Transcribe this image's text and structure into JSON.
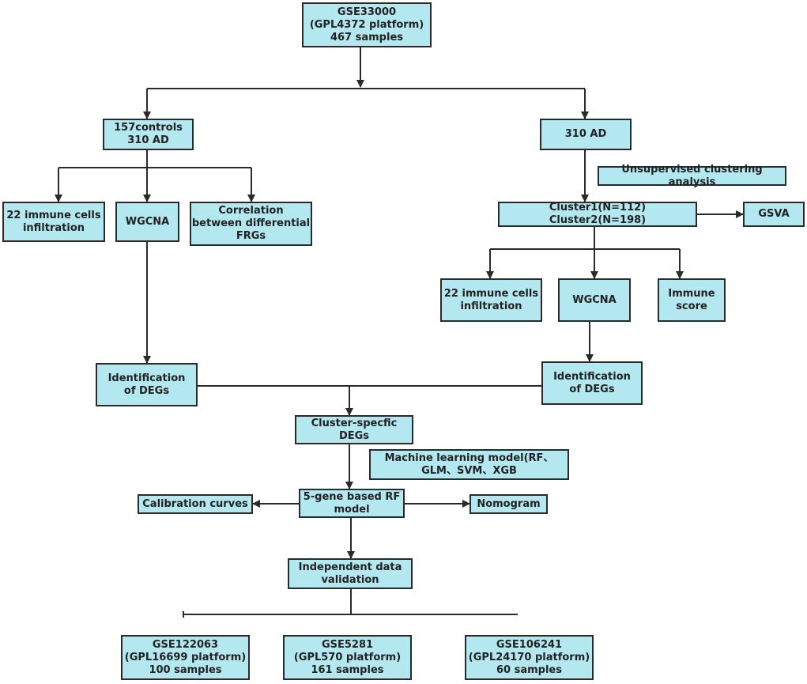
{
  "colors": {
    "box_fill": "#b3e8f0",
    "box_border": "#2a2a2a",
    "line": "#2a2a2a"
  },
  "nodes": {
    "gse33000": "GSE33000\n(GPL4372 platform)\n467 samples",
    "left_group": "157controls\n310 AD",
    "right_group": "310 AD",
    "unsupervised": "Unsupervised clustering analysis",
    "clusters": "Cluster1(N=112) Cluster2(N=198)",
    "gsva": "GSVA",
    "left_immune": "22 immune cells\ninfiltration",
    "left_wgcna": "WGCNA",
    "correlation": "Correlation\nbetween differential\nFRGs",
    "right_immune": "22 immune cells\ninfiltration",
    "right_wgcna": "WGCNA",
    "immune_score": "Immune\nscore",
    "left_degs": "Identification\nof  DEGs",
    "right_degs": "Identification\nof  DEGs",
    "cluster_specific": "Cluster-specfic\nDEGs",
    "ml_model": "Machine learning model(RF、\nGLM、SVM、XGB",
    "rf_model": "5-gene based RF\nmodel",
    "calibration": "Calibration curves",
    "nomogram": "Nomogram",
    "independent": "Independent data\nvalidation",
    "gse122063": "GSE122063\n(GPL16699 platform)\n100 samples",
    "gse5281": "GSE5281\n(GPL570 platform)\n161 samples",
    "gse106241": "GSE106241\n(GPL24170 platform)\n60 samples"
  }
}
